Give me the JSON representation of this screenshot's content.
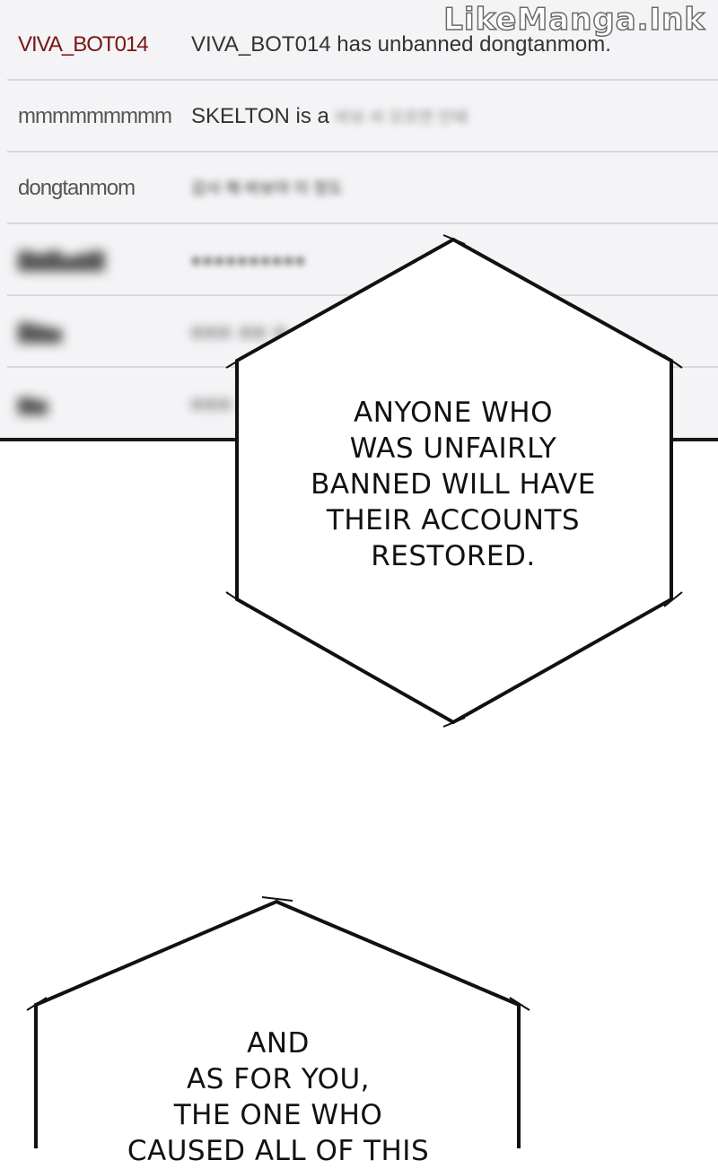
{
  "watermark": "LikeManga.Ink",
  "chat": {
    "rows": [
      {
        "user": "VIVA_BOT014",
        "message": "VIVA_BOT014 has unbanned dongtanmom.",
        "message_blur": ""
      },
      {
        "user": "mmmmmmmmm",
        "message": "SKELTON is a",
        "message_blur": "바보 씨 모르면 안돼"
      },
      {
        "user": "dongtanmom",
        "message": "",
        "message_blur": "감사 해 바보야 이 정도"
      },
      {
        "user": "",
        "message": "",
        "message_blur": "●●●●●●●●●●"
      },
      {
        "user": "",
        "message": "",
        "message_blur": "●●● ●● ●"
      },
      {
        "user": "",
        "message": "",
        "message_blur": "●●● ●●"
      }
    ]
  },
  "bubbles": [
    {
      "lines": [
        "ANYONE WHO",
        "WAS UNFAIRLY",
        "BANNED WILL HAVE",
        "THEIR ACCOUNTS",
        "RESTORED."
      ]
    },
    {
      "lines": [
        "AND",
        "AS FOR YOU,",
        "THE ONE WHO",
        "CAUSED ALL OF THIS"
      ]
    }
  ]
}
